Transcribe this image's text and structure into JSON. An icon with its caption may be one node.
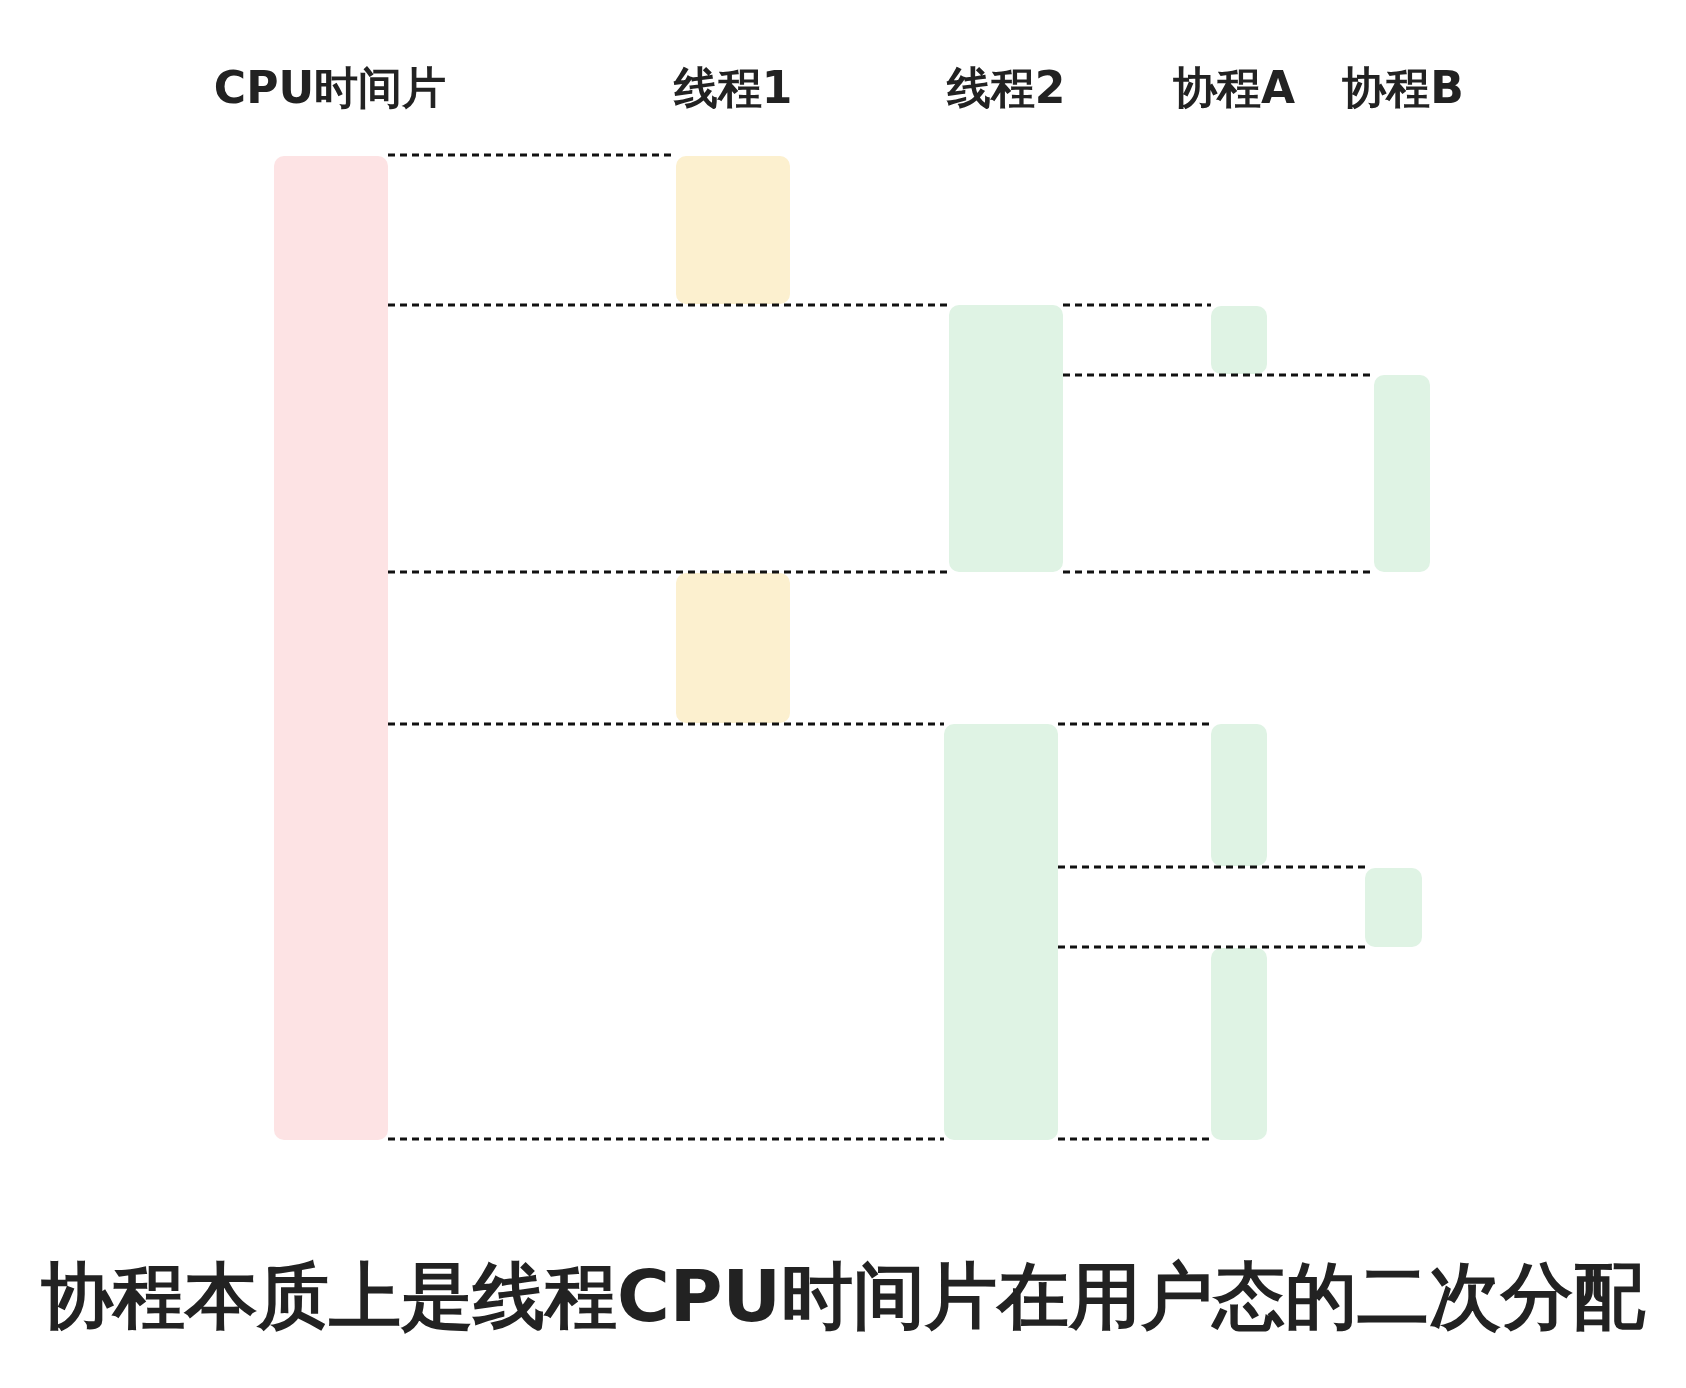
{
  "diagram": {
    "caption": "协程本质上是线程CPU时间片在用户态的二次分配",
    "nodes": [
      {
        "text": [],
        "shape": "bar"
      },
      {
        "text": [],
        "shape": "bar"
      },
      {
        "text": [],
        "shape": "bar"
      },
      {
        "text": [],
        "shape": "bar"
      },
      {
        "text": [],
        "shape": "bar"
      },
      {
        "text": [],
        "shape": "bar"
      },
      {
        "text": [],
        "shape": "bar"
      },
      {
        "text": [],
        "shape": "bar"
      },
      {
        "text": [],
        "shape": "bar"
      },
      {
        "text": [],
        "shape": "bar"
      }
    ],
    "edges": [
      {
        "from": 0,
        "to": 1,
        "arrow": "none",
        "style": "dashed"
      },
      {
        "from": 0,
        "to": 3,
        "arrow": "none",
        "style": "dashed"
      },
      {
        "from": 3,
        "to": 5,
        "arrow": "none",
        "style": "dashed"
      },
      {
        "from": 3,
        "to": 8,
        "arrow": "none",
        "style": "dashed"
      },
      {
        "from": 0,
        "to": 3,
        "arrow": "none",
        "style": "dashed"
      },
      {
        "from": 3,
        "to": 8,
        "arrow": "none",
        "style": "dashed"
      },
      {
        "from": 0,
        "to": 4,
        "arrow": "none",
        "style": "dashed"
      },
      {
        "from": 4,
        "to": 6,
        "arrow": "none",
        "style": "dashed"
      },
      {
        "from": 4,
        "to": 9,
        "arrow": "none",
        "style": "dashed"
      },
      {
        "from": 4,
        "to": 9,
        "arrow": "none",
        "style": "dashed"
      },
      {
        "from": 0,
        "to": 4,
        "arrow": "none",
        "style": "dashed"
      },
      {
        "from": 4,
        "to": 7,
        "arrow": "none",
        "style": "dashed"
      }
    ],
    "labels": [
      "CPU时间片",
      "线程1",
      "线程2",
      "协程A",
      "协程B"
    ]
  }
}
